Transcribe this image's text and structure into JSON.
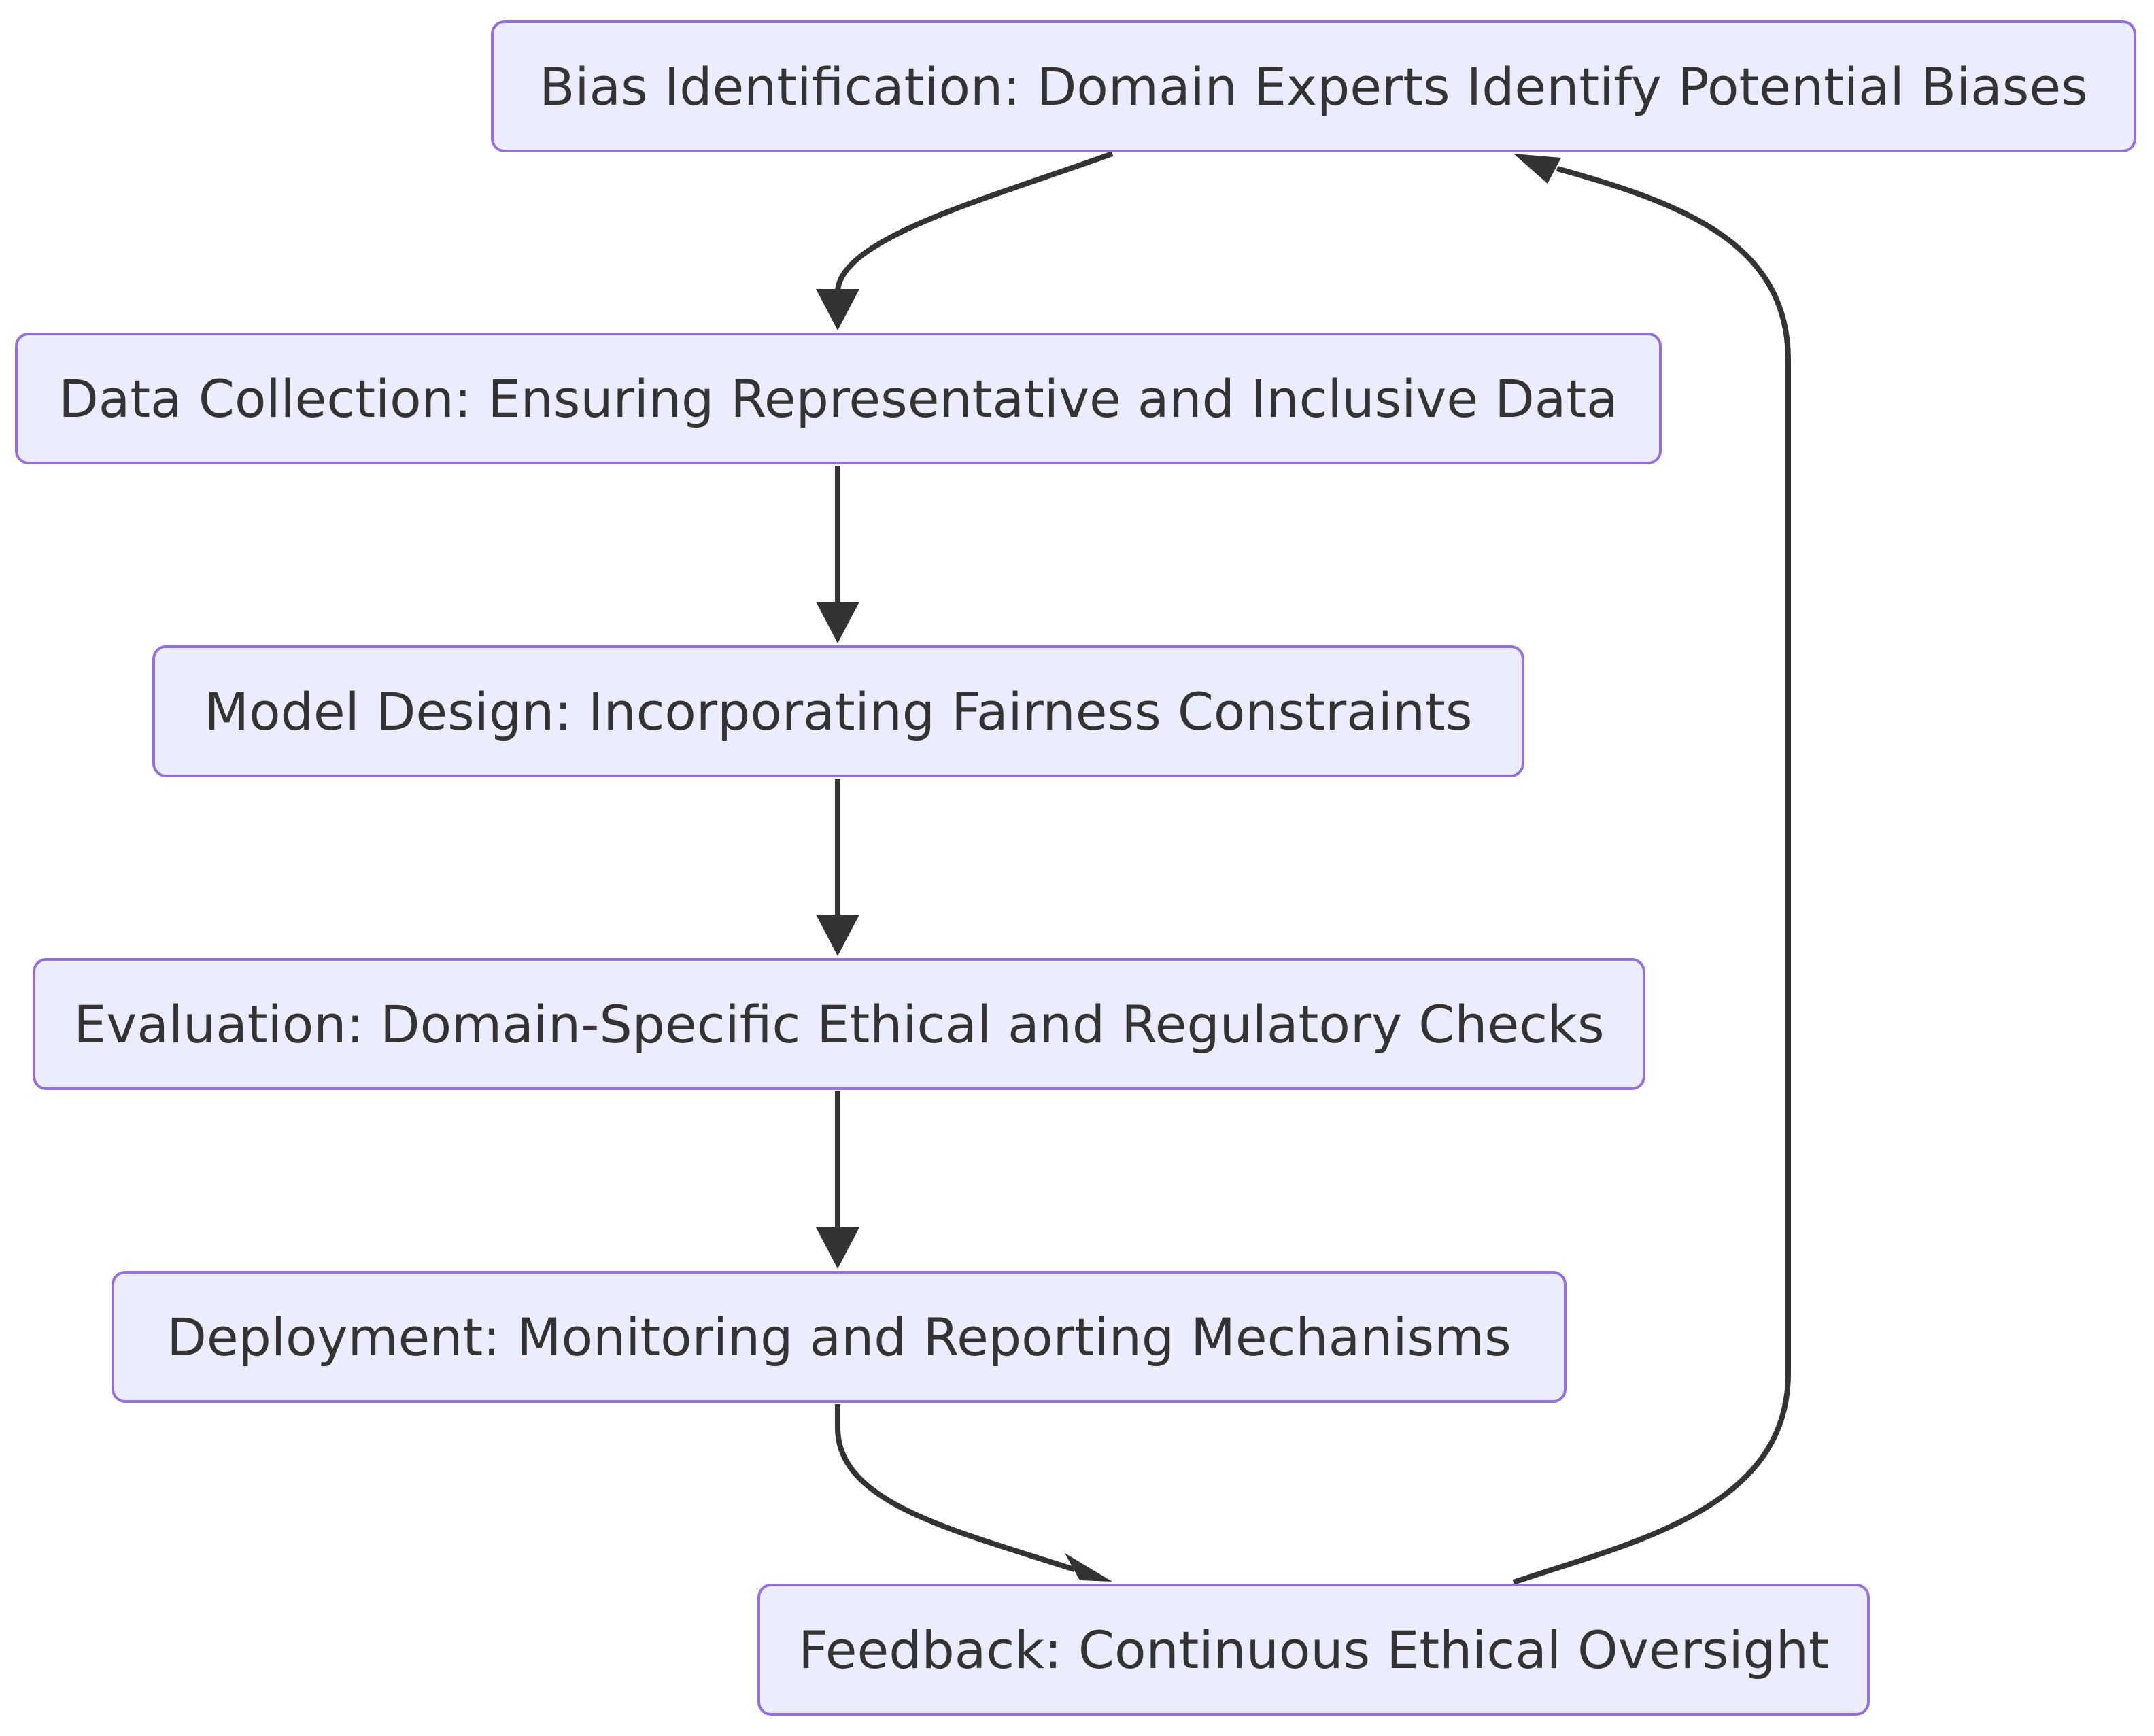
{
  "diagram": {
    "nodes": [
      {
        "id": "bias",
        "label": "Bias Identification: Domain Experts Identify Potential Biases"
      },
      {
        "id": "data",
        "label": "Data Collection: Ensuring Representative and Inclusive Data"
      },
      {
        "id": "model",
        "label": "Model Design: Incorporating Fairness Constraints"
      },
      {
        "id": "eval",
        "label": "Evaluation: Domain-Specific Ethical and Regulatory Checks"
      },
      {
        "id": "deploy",
        "label": "Deployment: Monitoring and Reporting Mechanisms"
      },
      {
        "id": "feedback",
        "label": "Feedback: Continuous Ethical Oversight"
      }
    ],
    "edges": [
      {
        "from": "bias",
        "to": "data"
      },
      {
        "from": "data",
        "to": "model"
      },
      {
        "from": "model",
        "to": "eval"
      },
      {
        "from": "eval",
        "to": "deploy"
      },
      {
        "from": "deploy",
        "to": "feedback"
      },
      {
        "from": "feedback",
        "to": "bias"
      }
    ],
    "colors": {
      "node_fill": "#ECECFF",
      "node_border": "#9370DB",
      "edge": "#333333",
      "text": "#333333"
    }
  }
}
